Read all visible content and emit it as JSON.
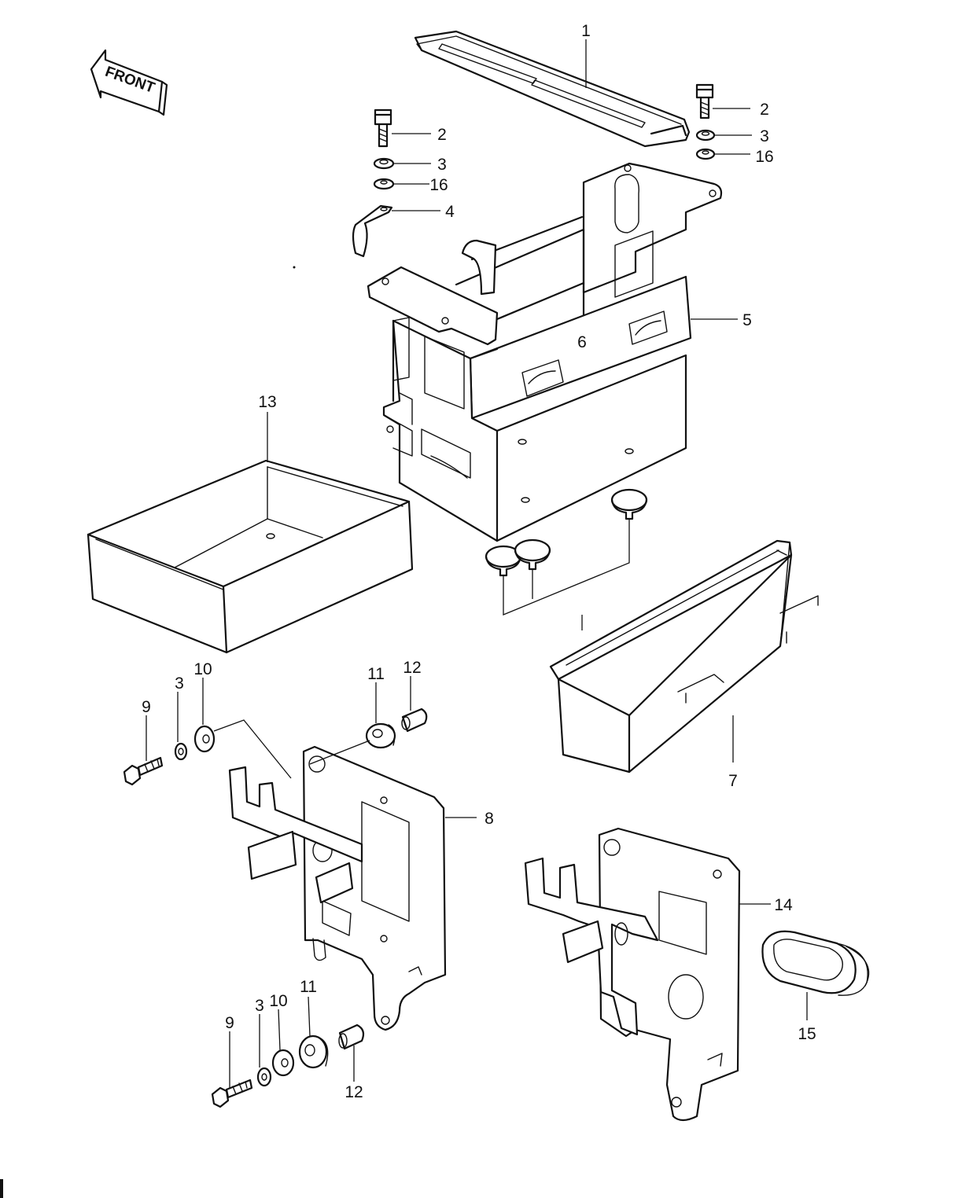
{
  "front_label": "FRONT",
  "callouts": [
    {
      "id": "c1",
      "text": "1"
    },
    {
      "id": "c2a",
      "text": "2"
    },
    {
      "id": "c2b",
      "text": "2"
    },
    {
      "id": "c3a",
      "text": "3"
    },
    {
      "id": "c3b",
      "text": "3"
    },
    {
      "id": "c3c",
      "text": "3"
    },
    {
      "id": "c3d",
      "text": "3"
    },
    {
      "id": "c4",
      "text": "4"
    },
    {
      "id": "c5",
      "text": "5"
    },
    {
      "id": "c6",
      "text": "6"
    },
    {
      "id": "c7",
      "text": "7"
    },
    {
      "id": "c8",
      "text": "8"
    },
    {
      "id": "c9a",
      "text": "9"
    },
    {
      "id": "c9b",
      "text": "9"
    },
    {
      "id": "c10a",
      "text": "10"
    },
    {
      "id": "c10b",
      "text": "10"
    },
    {
      "id": "c11a",
      "text": "11"
    },
    {
      "id": "c11b",
      "text": "11"
    },
    {
      "id": "c12a",
      "text": "12"
    },
    {
      "id": "c12b",
      "text": "12"
    },
    {
      "id": "c13",
      "text": "13"
    },
    {
      "id": "c14",
      "text": "14"
    },
    {
      "id": "c15",
      "text": "15"
    },
    {
      "id": "c16a",
      "text": "16"
    },
    {
      "id": "c16b",
      "text": "16"
    }
  ]
}
